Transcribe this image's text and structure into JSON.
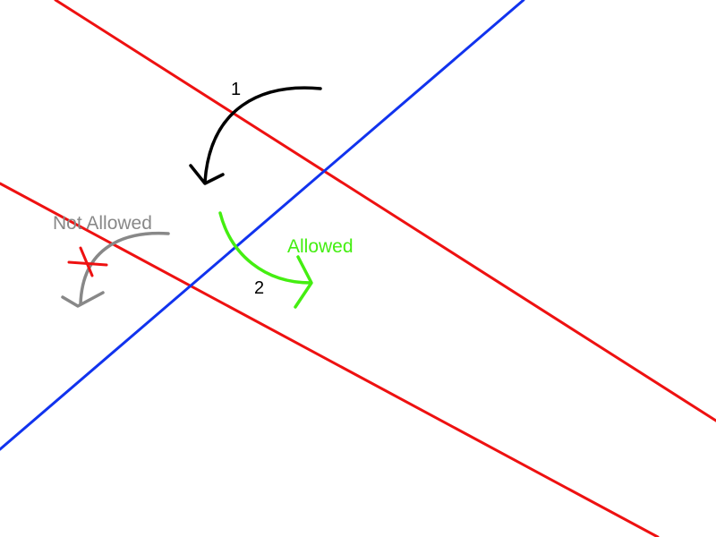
{
  "labels": {
    "step1": "1",
    "step2": "2",
    "allowed": "Allowed",
    "not_allowed": "Not Allowed"
  },
  "colors": {
    "background": "#ffffff",
    "red_lines": "#ee1111",
    "blue_line": "#1133ee",
    "step1_arrow": "#000000",
    "allowed_arrow": "#44ee11",
    "not_allowed_arrow": "#888888",
    "forbidden_mark": "#ee1111",
    "step_label_text": "#000000",
    "allowed_text": "#44ee11",
    "not_allowed_text": "#888888"
  },
  "icons": {
    "forbidden_mark": "cross-mark-icon"
  }
}
